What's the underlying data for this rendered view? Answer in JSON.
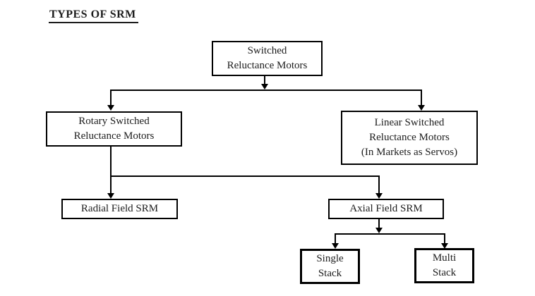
{
  "title": "TYPES OF SRM",
  "colors": {
    "background": "#ffffff",
    "line": "#000000",
    "text": "#1c1c1c"
  },
  "nodes": {
    "root": {
      "line1": "Switched",
      "line2": "Reluctance Motors"
    },
    "rotary": {
      "line1": "Rotary Switched",
      "line2": "Reluctance Motors"
    },
    "linear": {
      "line1": "Linear Switched",
      "line2": "Reluctance Motors",
      "line3": "(In Markets as Servos)"
    },
    "radial": {
      "line1": "Radial Field SRM"
    },
    "axial": {
      "line1": "Axial Field SRM"
    },
    "single": {
      "line1": "Single",
      "line2": "Stack"
    },
    "multi": {
      "line1": "Multi",
      "line2": "Stack"
    }
  }
}
